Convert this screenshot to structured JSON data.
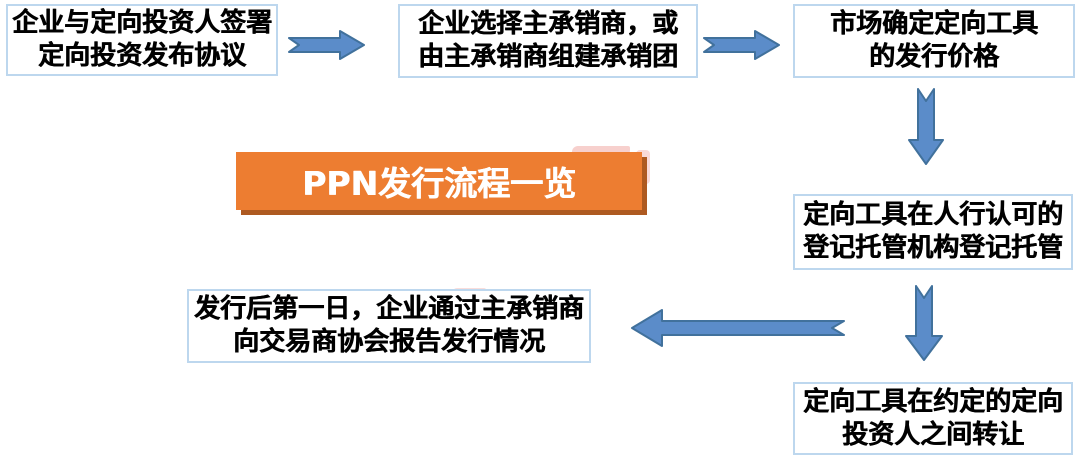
{
  "title_banner": {
    "label": "PPN发行流程一览",
    "bg_color": "#ED7D31",
    "shadow_color": "#AE5A21",
    "text_color": "#FFFFFF"
  },
  "colors": {
    "arrow_fill": "#5B8CC9",
    "arrow_stroke": "#41719C",
    "box_border": "#BDD7EE",
    "box_bg": "#FFFFFF",
    "box_text": "#000000",
    "watermark": "#E4574D"
  },
  "steps": [
    {
      "id": 1,
      "lines": [
        "企业与定向投资人签署",
        "定向投资发布协议"
      ]
    },
    {
      "id": 2,
      "lines": [
        "企业选择主承销商，或",
        "由主承销商组建承销团"
      ]
    },
    {
      "id": 3,
      "lines": [
        "市场确定定向工具",
        "的发行价格"
      ]
    },
    {
      "id": 4,
      "lines": [
        "定向工具在人行认可的",
        "登记托管机构登记托管"
      ]
    },
    {
      "id": 5,
      "lines": [
        "定向工具在约定的定向",
        "投资人之间转让"
      ]
    },
    {
      "id": 6,
      "lines": [
        "发行后第一日，企业通过主承销商",
        "向交易商协会报告发行情况"
      ]
    }
  ],
  "arrows": [
    {
      "name": "arrow-step1-to-step2",
      "direction": "right"
    },
    {
      "name": "arrow-step2-to-step3",
      "direction": "right"
    },
    {
      "name": "arrow-step3-to-step4",
      "direction": "down"
    },
    {
      "name": "arrow-step4-to-step5",
      "direction": "down"
    },
    {
      "name": "arrow-step5-to-step6",
      "direction": "left"
    }
  ]
}
